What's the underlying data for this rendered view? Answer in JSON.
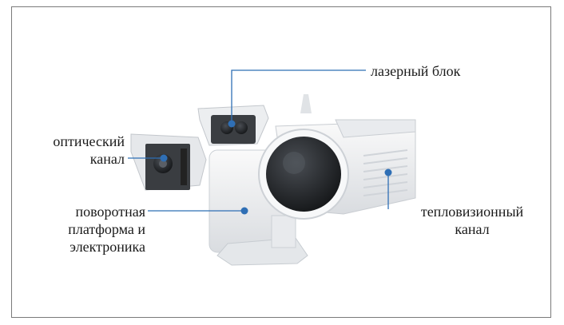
{
  "labels": {
    "laser": [
      "лазерный блок"
    ],
    "optical": [
      "оптический",
      "канал"
    ],
    "platform": [
      "поворотная",
      "платформа и",
      "электроника"
    ],
    "thermal": [
      "тепловизионный",
      "канал"
    ]
  },
  "colors": {
    "callout": "#2f6fb5",
    "body": "#f3f4f6",
    "shadow": "#cfd3d8",
    "lens": "#2a2d31"
  }
}
